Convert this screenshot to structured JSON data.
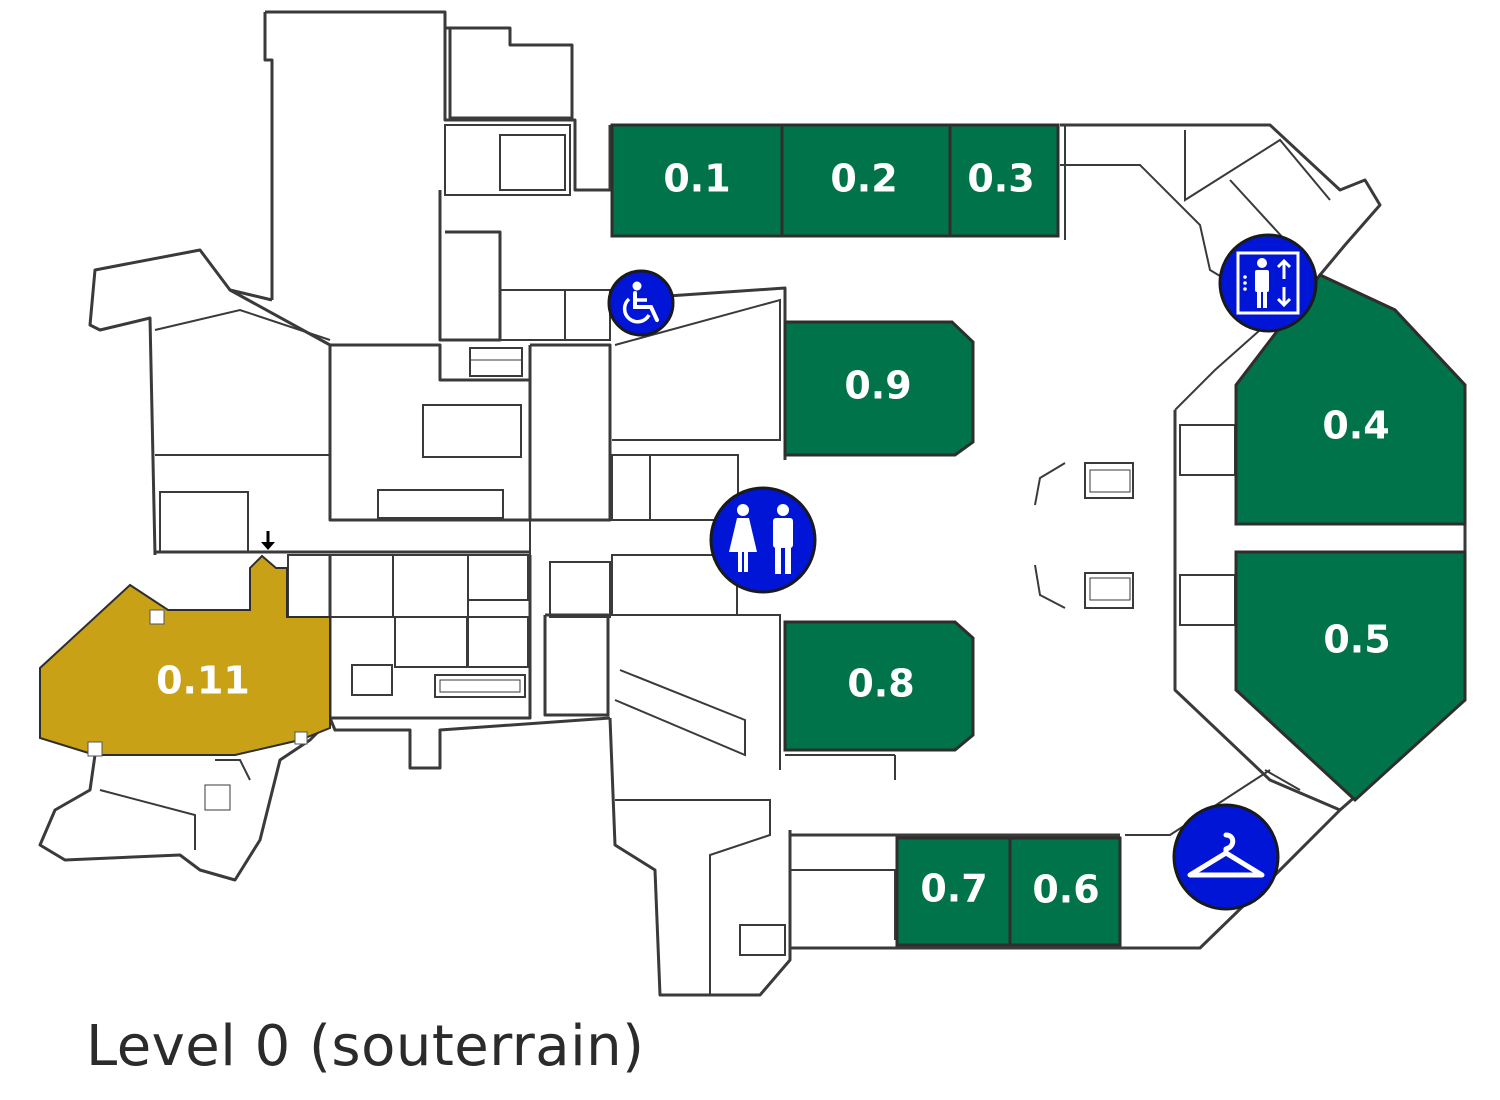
{
  "caption": "Level 0 (souterrain)",
  "colors": {
    "room": "#00734a",
    "highlight": "#c9a116",
    "icon": "#0015d6",
    "wall": "#3a3a3a"
  },
  "rooms": [
    {
      "id": "0.1",
      "label": "0.1",
      "type": "room"
    },
    {
      "id": "0.2",
      "label": "0.2",
      "type": "room"
    },
    {
      "id": "0.3",
      "label": "0.3",
      "type": "room"
    },
    {
      "id": "0.4",
      "label": "0.4",
      "type": "room"
    },
    {
      "id": "0.5",
      "label": "0.5",
      "type": "room"
    },
    {
      "id": "0.6",
      "label": "0.6",
      "type": "room"
    },
    {
      "id": "0.7",
      "label": "0.7",
      "type": "room"
    },
    {
      "id": "0.8",
      "label": "0.8",
      "type": "room"
    },
    {
      "id": "0.9",
      "label": "0.9",
      "type": "room"
    },
    {
      "id": "0.11",
      "label": "0.11",
      "type": "highlighted-room"
    }
  ],
  "icons": [
    {
      "name": "wheelchair-icon",
      "meaning": "accessible"
    },
    {
      "name": "toilets-icon",
      "meaning": "toilets"
    },
    {
      "name": "elevator-icon",
      "meaning": "elevator"
    },
    {
      "name": "cloakroom-icon",
      "meaning": "cloakroom"
    }
  ]
}
